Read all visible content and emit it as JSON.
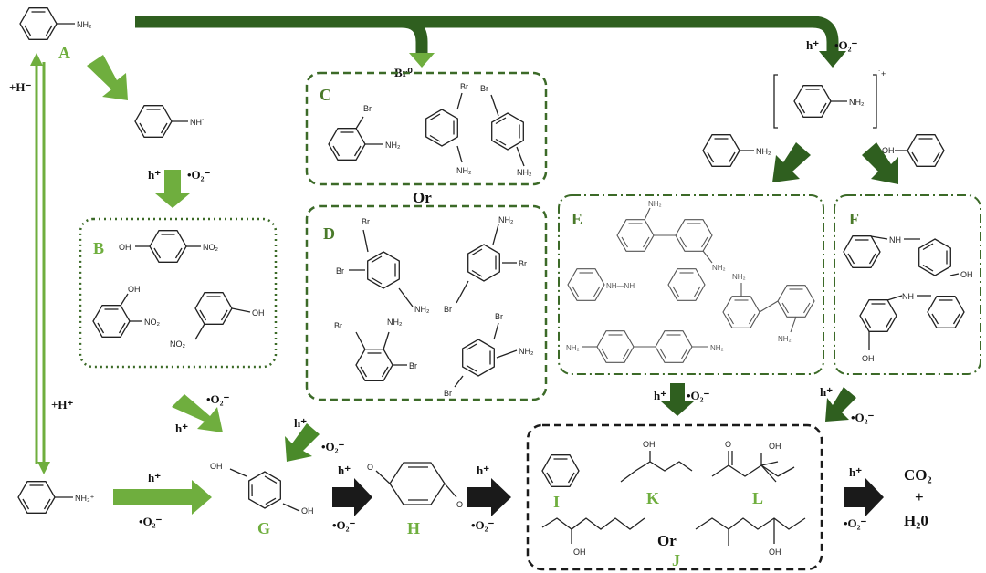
{
  "labels": {
    "A": "A",
    "B": "B",
    "C": "C",
    "D": "D",
    "E": "E",
    "F": "F",
    "G": "G",
    "H": "H",
    "I": "I",
    "J": "J",
    "K": "K",
    "L": "L"
  },
  "conditions": {
    "br": "Br⁰",
    "or1": "Or",
    "or2": "Or",
    "h_plus": "h⁺",
    "o2": "•O₂⁻",
    "plus_h_minus": "+H⁻",
    "plus_h_plus": "+H⁺"
  },
  "atoms": {
    "nh2": "NH₂",
    "nh": "NH",
    "nh_rad": "NH˙",
    "nh3": "NH₃⁺",
    "oh": "OH",
    "no2": "NO₂",
    "br": "Br",
    "o": "O",
    "hn_nh": "NH—NH",
    "radical_cation": "˙+"
  },
  "products": {
    "co2": "CO₂",
    "plus": "+",
    "h2o": "H₂0"
  },
  "colors": {
    "light_green": "#6fae3e",
    "dark_green": "#2f5f1f",
    "dashed_dark": "#3c6a28",
    "black": "#1a1a1a"
  }
}
